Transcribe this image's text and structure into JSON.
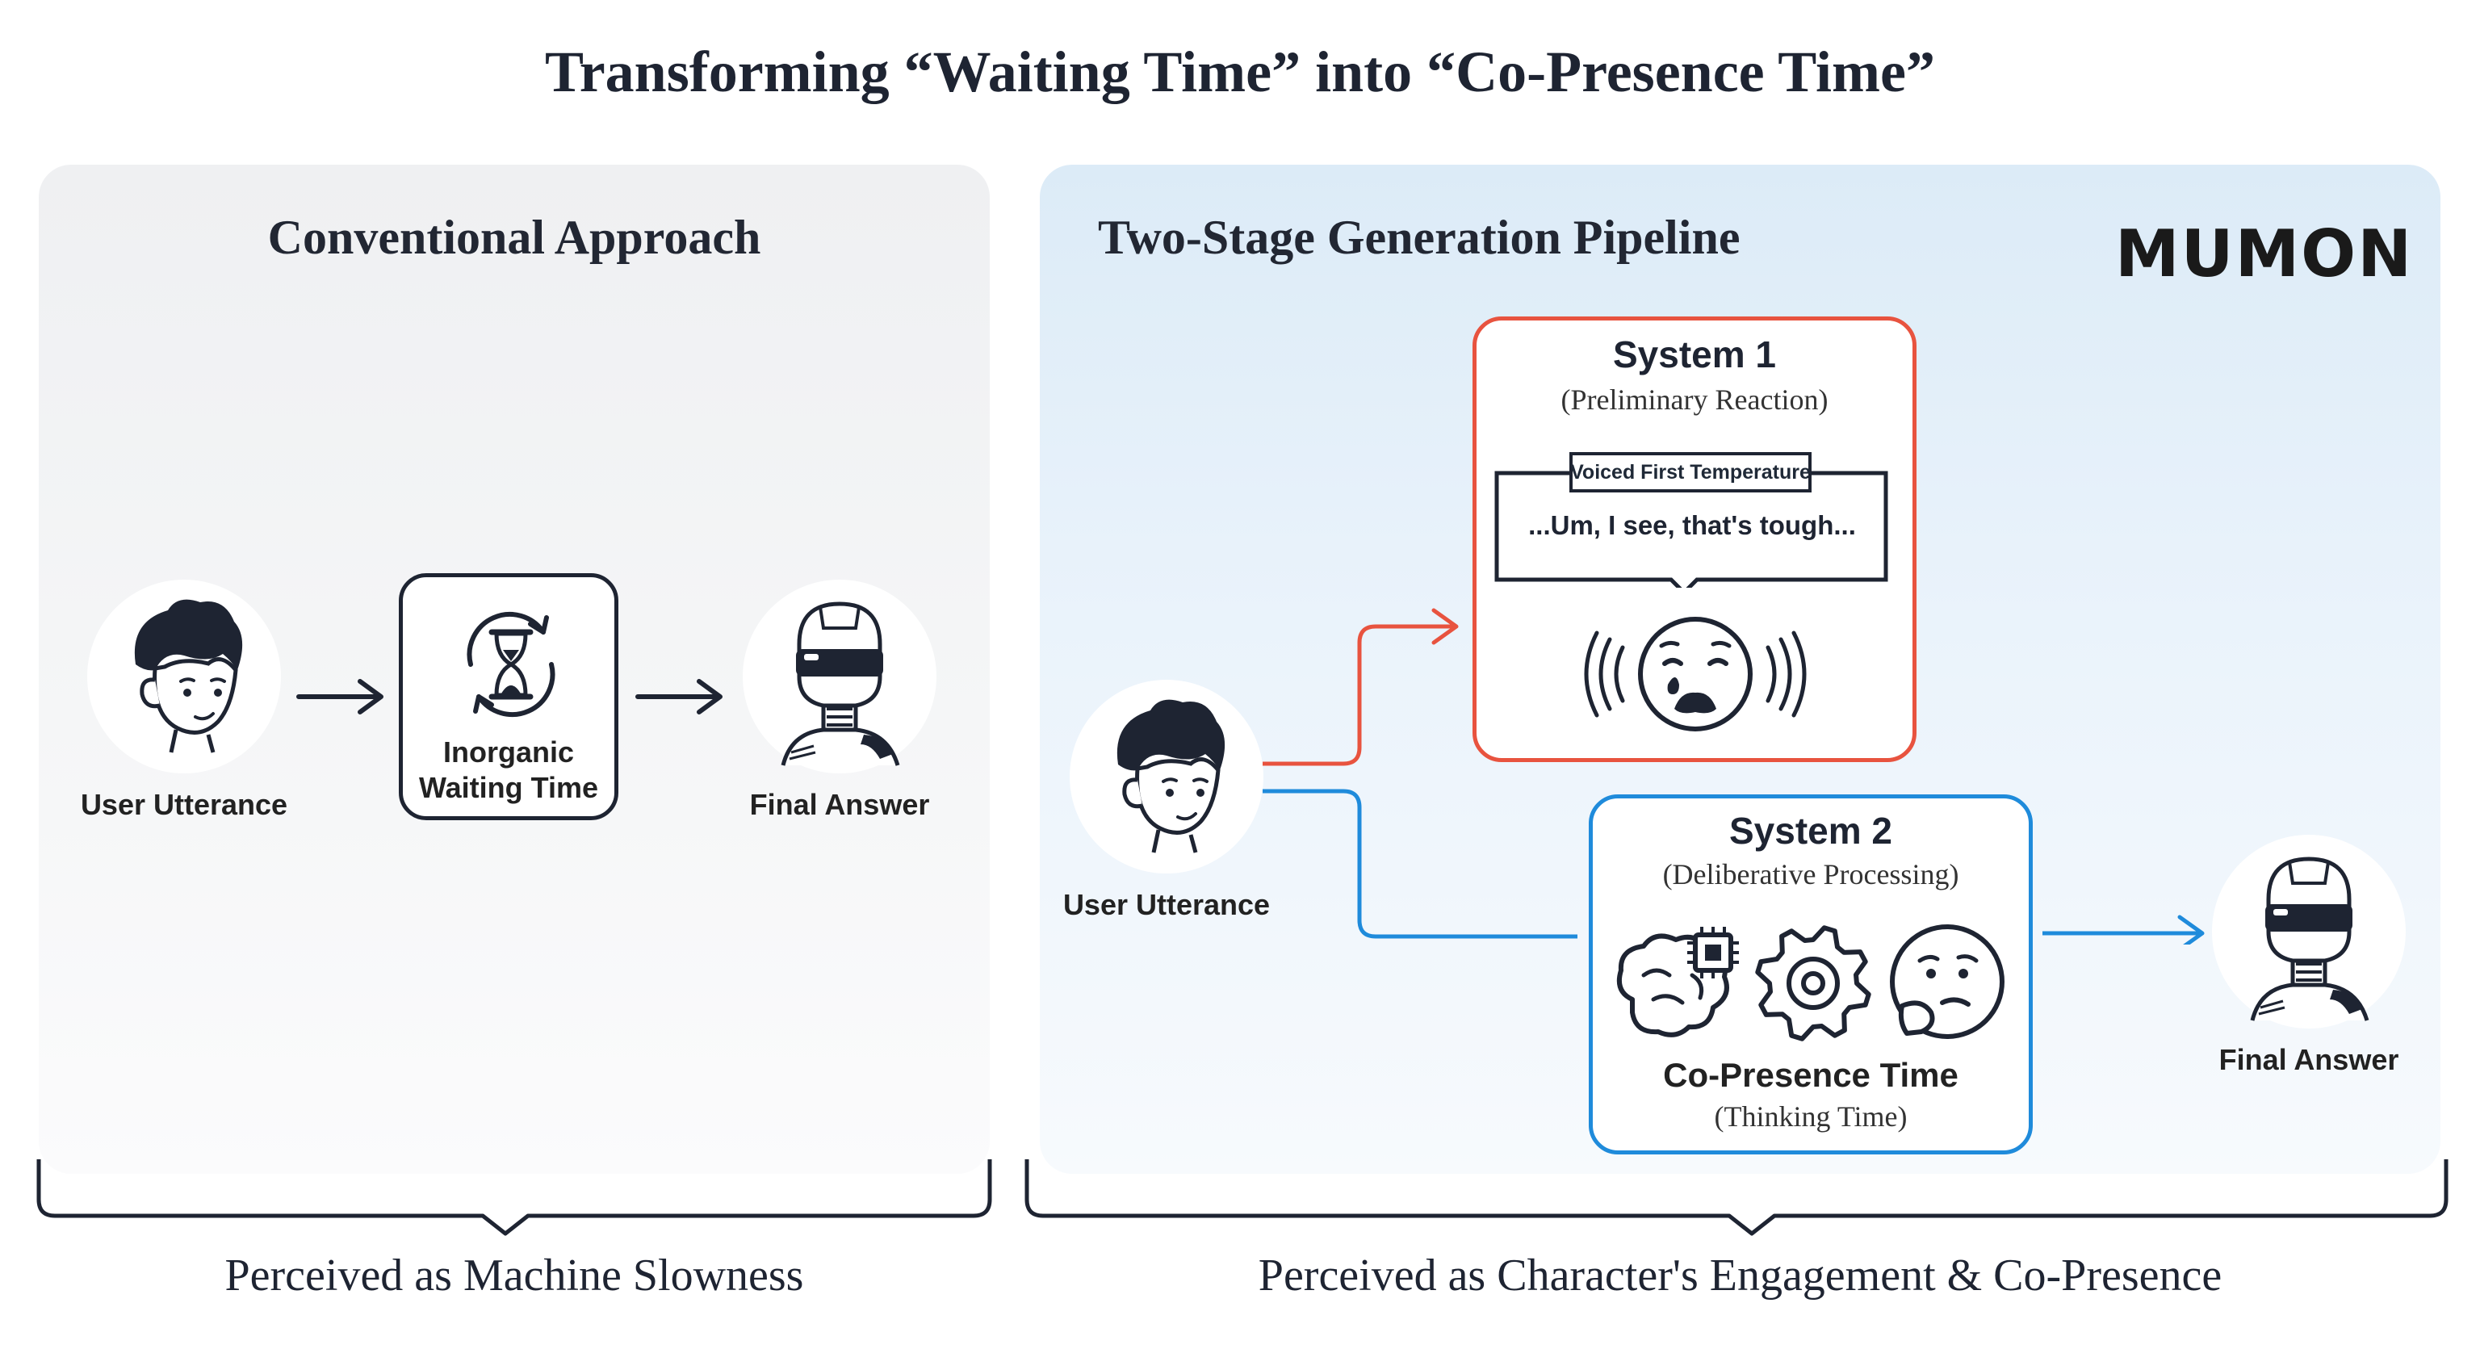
{
  "title": "Transforming “Waiting Time” into “Co-Presence Time”",
  "left_panel": {
    "heading": "Conventional Approach",
    "user_label": "User Utterance",
    "wait_label_line1": "Inorganic",
    "wait_label_line2": "Waiting Time",
    "answer_label": "Final Answer",
    "caption": "Perceived as Machine Slowness"
  },
  "right_panel": {
    "heading": "Two-Stage Generation Pipeline",
    "brand": "MUMON",
    "user_label": "User Utterance",
    "system1": {
      "title": "System 1",
      "subtitle": "(Preliminary Reaction)",
      "tag": "Voiced First Temperature",
      "speech": "...Um, I see, that's tough..."
    },
    "system2": {
      "title": "System 2",
      "subtitle": "(Deliberative Processing)",
      "label": "Co-Presence Time",
      "label_sub": "(Thinking Time)"
    },
    "answer_label": "Final Answer",
    "caption": "Perceived as Character's Engagement & Co-Presence"
  },
  "colors": {
    "system1": "#e8533f",
    "system2": "#1f8bdb",
    "ink": "#1e2432"
  },
  "icons": [
    "user-avatar-icon",
    "hourglass-cycle-icon",
    "robot-icon",
    "crying-face-icon",
    "sound-wave-icon",
    "brain-chip-icon",
    "gear-icon",
    "thinking-face-icon"
  ]
}
